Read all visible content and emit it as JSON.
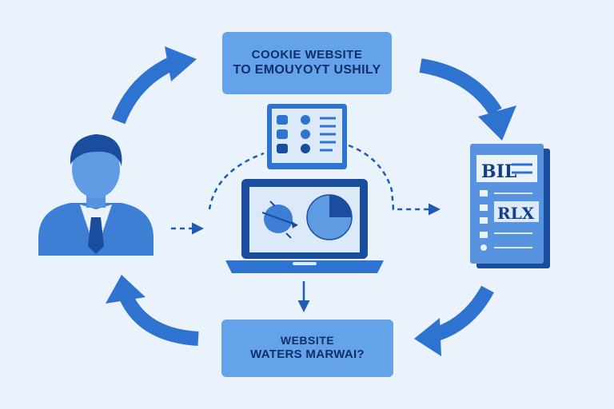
{
  "top_box": {
    "line1": "COOKIE WEBSITE",
    "line2": "TO EMOUYOYT USHILY"
  },
  "bottom_box": {
    "line1": "WEBSITE",
    "line2": "WATERS MARWAI?"
  },
  "document": {
    "header_text": "BIL",
    "mid_text": "RLX"
  },
  "icons": [
    "user-icon",
    "tablet-icon",
    "laptop-icon",
    "document-icon"
  ],
  "colors": {
    "background": "#eaf2fb",
    "primary": "#2f73d0",
    "accent": "#64a3ea",
    "dark": "#1a4d9e",
    "text": "#0f2f6b"
  }
}
